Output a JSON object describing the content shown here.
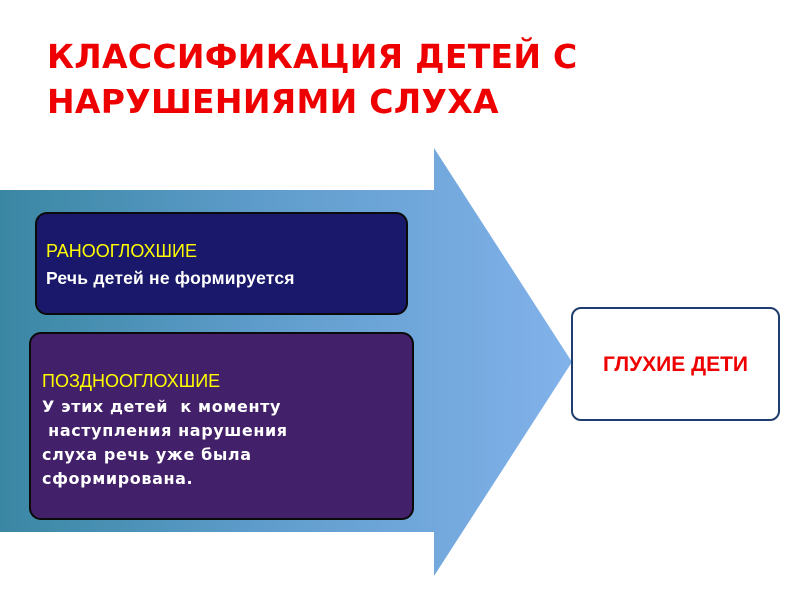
{
  "slide": {
    "title": "КЛАССИФИКАЦИЯ ДЕТЕЙ С НАРУШЕНИЯМИ СЛУХА",
    "title_color": "#ee0000"
  },
  "arrow": {
    "gradient_start": "#3d8aa8",
    "gradient_end": "#7fb0e8"
  },
  "categories": [
    {
      "heading": "РАНООГЛОХШИЕ",
      "description": "Речь детей не формируется",
      "background": "#19186a"
    },
    {
      "heading": "ПОЗДНООГЛОХШИЕ",
      "description": "У этих детей  к моменту\n наступления нарушения\nслуха речь уже была\nсформирована.",
      "background": "#42206a"
    }
  ],
  "result": {
    "label": "ГЛУХИЕ ДЕТИ",
    "label_color": "#ee0000"
  }
}
